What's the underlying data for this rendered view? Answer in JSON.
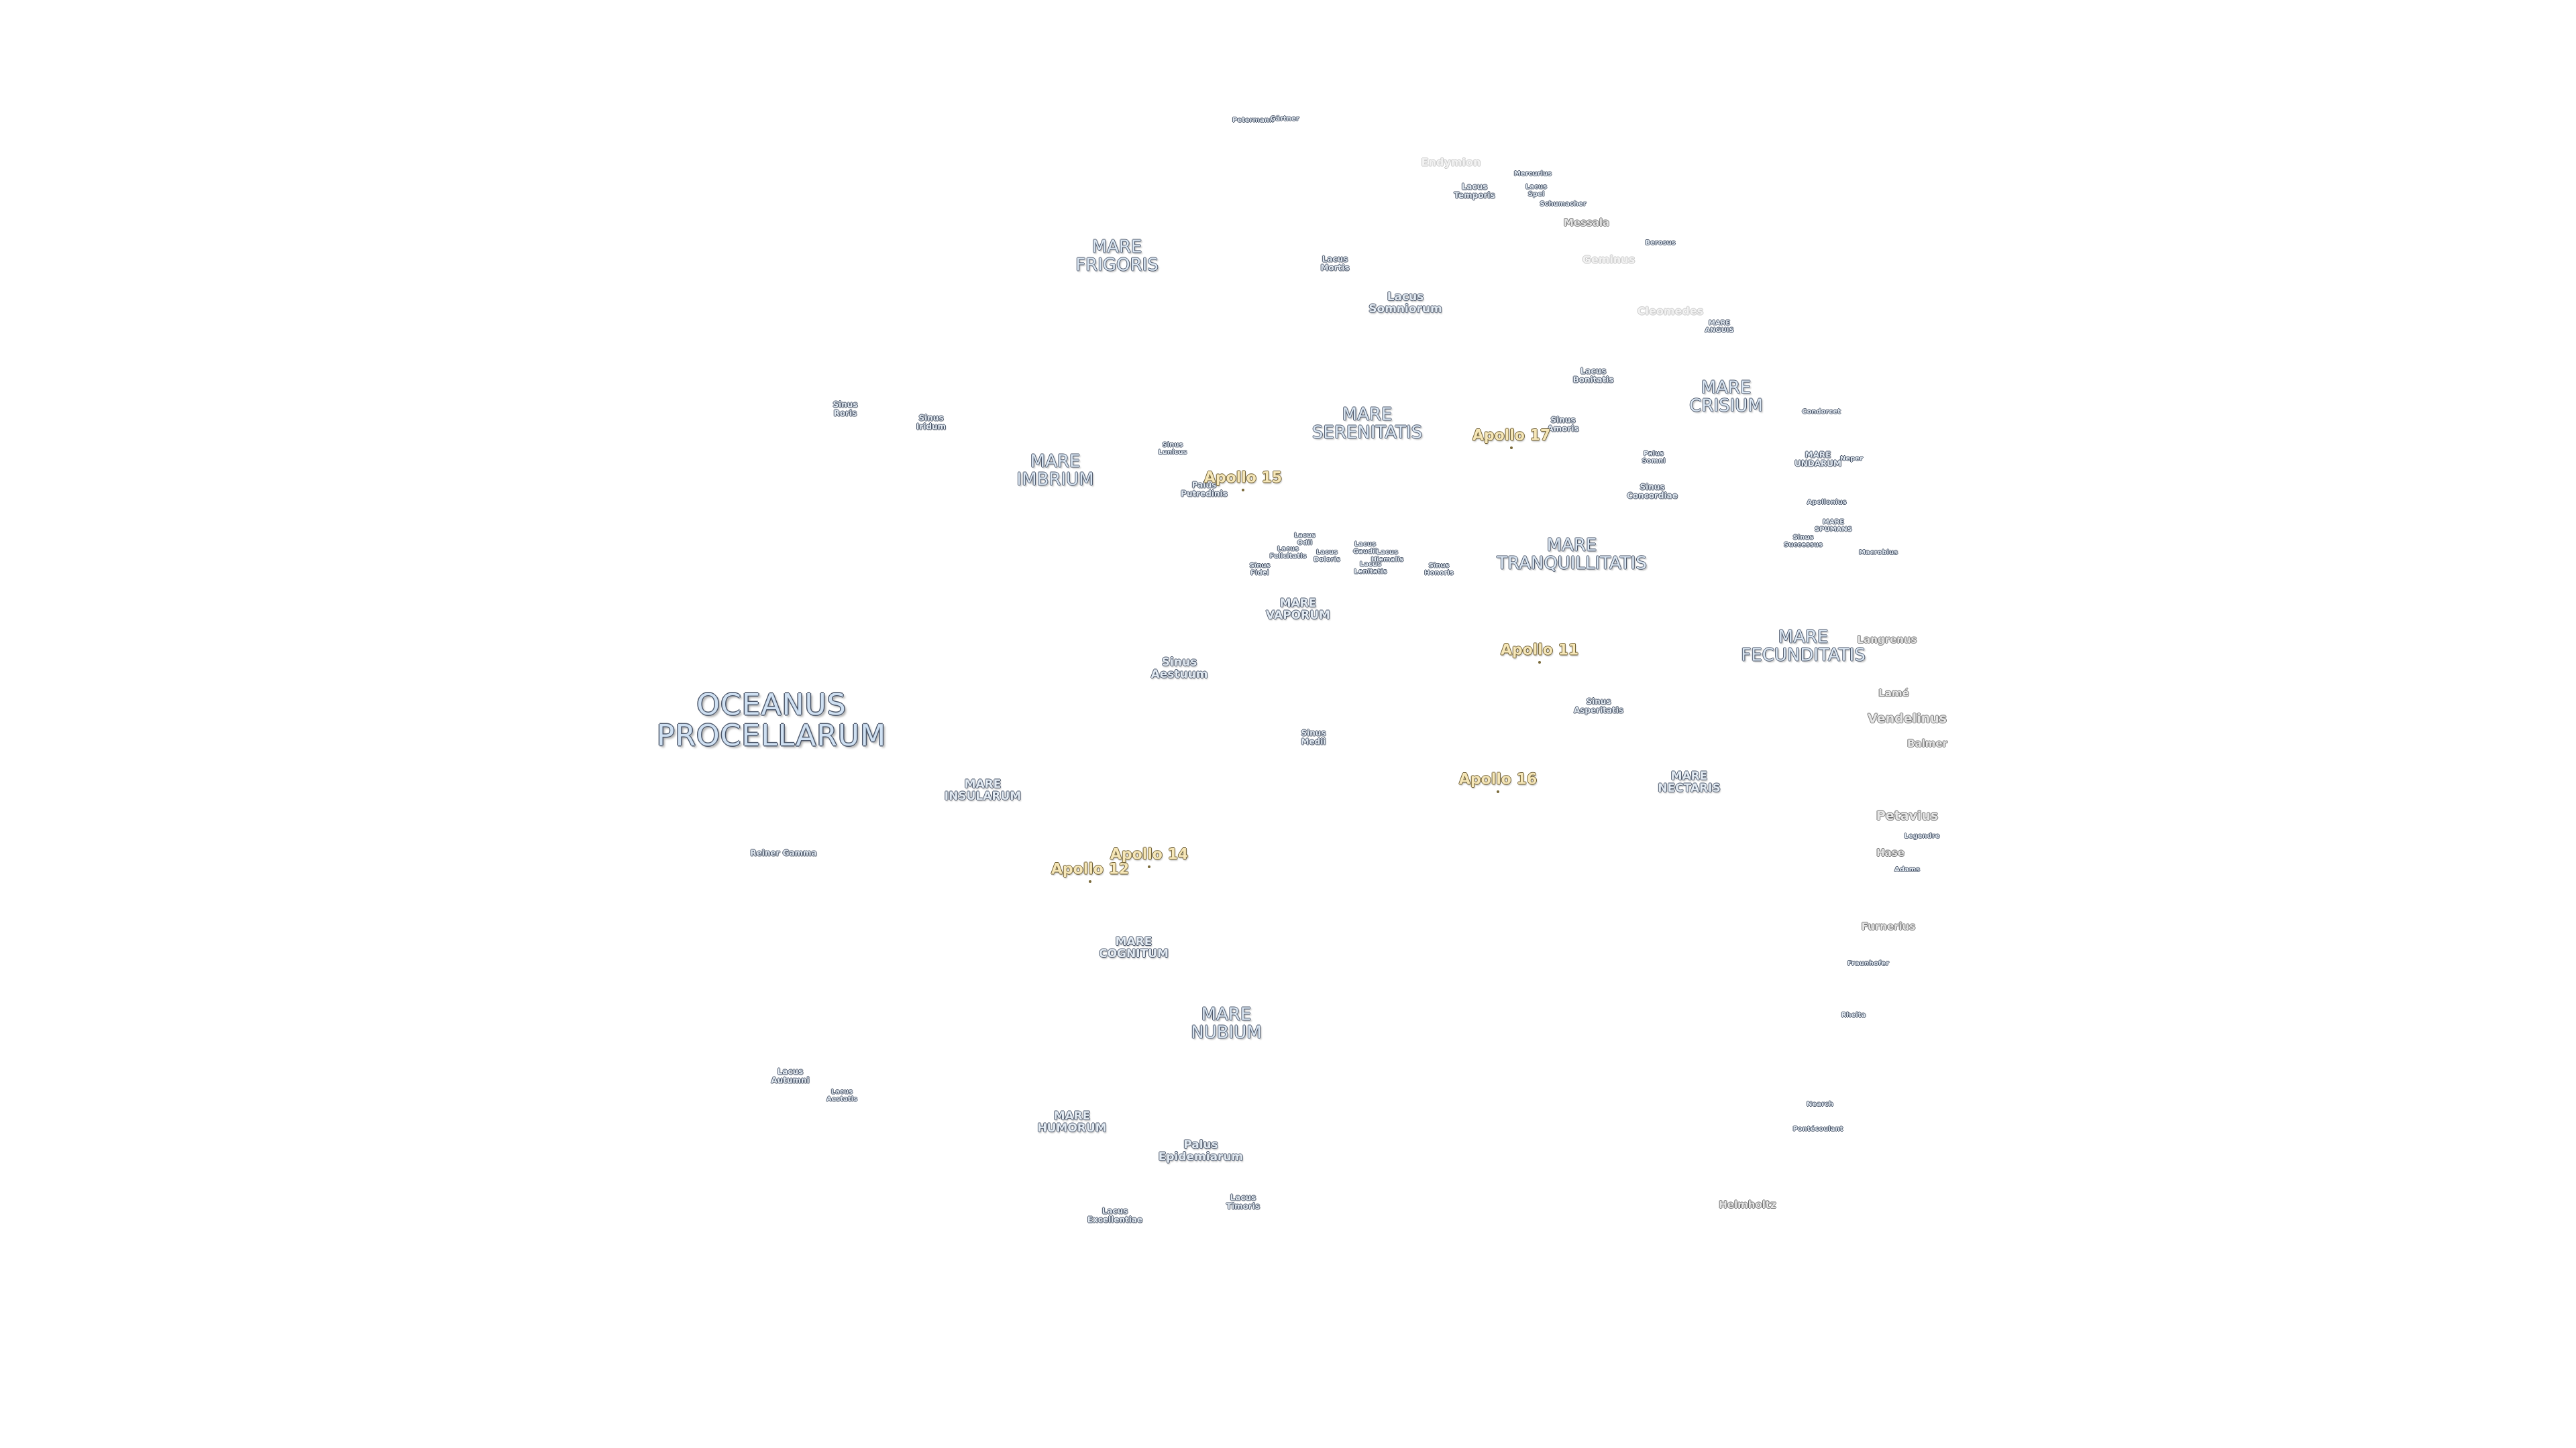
{
  "labels": [
    {
      "id": "oceanus-procellarum",
      "text": "OCEANUS\nPROCELLARUM",
      "kind": "big"
    },
    {
      "id": "mare-frigoris",
      "text": "MARE\nFRIGORIS",
      "kind": "mare"
    },
    {
      "id": "mare-imbrium",
      "text": "MARE\nIMBRIUM",
      "kind": "mare"
    },
    {
      "id": "mare-serenitatis",
      "text": "MARE\nSERENITATIS",
      "kind": "mare"
    },
    {
      "id": "mare-tranquillitatis",
      "text": "MARE\nTRANQUILLITATIS",
      "kind": "mare"
    },
    {
      "id": "mare-crisium",
      "text": "MARE\nCRISIUM",
      "kind": "mare"
    },
    {
      "id": "mare-fecunditatis",
      "text": "MARE\nFECUNDITATIS",
      "kind": "mare"
    },
    {
      "id": "mare-insularum",
      "text": "MARE\nINSULARUM",
      "kind": "mid"
    },
    {
      "id": "mare-nubium",
      "text": "MARE\nNUBIUM",
      "kind": "mare"
    },
    {
      "id": "mare-cognitum",
      "text": "MARE\nCOGNITUM",
      "kind": "mid"
    },
    {
      "id": "mare-humorum",
      "text": "MARE\nHUMORUM",
      "kind": "mid"
    },
    {
      "id": "mare-vaporum",
      "text": "MARE\nVAPORUM",
      "kind": "mid"
    },
    {
      "id": "mare-nectaris",
      "text": "MARE\nNECTARIS",
      "kind": "mid"
    },
    {
      "id": "mare-anguis",
      "text": "MARE\nANGUIS",
      "kind": "tiny"
    },
    {
      "id": "mare-undarum",
      "text": "MARE\nUNDARUM",
      "kind": "small"
    },
    {
      "id": "mare-spumans",
      "text": "MARE\nSPUMANS",
      "kind": "tiny"
    },
    {
      "id": "lacus-somniorum",
      "text": "Lacus\nSomniorum",
      "kind": "mid"
    },
    {
      "id": "lacus-mortis",
      "text": "Lacus\nMortis",
      "kind": "small"
    },
    {
      "id": "lacus-temporis",
      "text": "Lacus\nTemporis",
      "kind": "small"
    },
    {
      "id": "lacus-spei",
      "text": "Lacus\nSpei",
      "kind": "tiny"
    },
    {
      "id": "lacus-bonitatis",
      "text": "Lacus\nBonitatis",
      "kind": "small"
    },
    {
      "id": "lacus-odii",
      "text": "Lacus\nOdii",
      "kind": "tiny"
    },
    {
      "id": "lacus-felicitatis",
      "text": "Lacus\nFelicitatis",
      "kind": "tiny"
    },
    {
      "id": "lacus-doloris",
      "text": "Lacus\nDoloris",
      "kind": "tiny"
    },
    {
      "id": "lacus-gaudii",
      "text": "Lacus\nGaudii",
      "kind": "tiny"
    },
    {
      "id": "lacus-hiemalis",
      "text": "Lacus\nHiemalis",
      "kind": "tiny"
    },
    {
      "id": "lacus-lenitatis",
      "text": "Lacus\nLenitatis",
      "kind": "tiny"
    },
    {
      "id": "lacus-autumni",
      "text": "Lacus\nAutumni",
      "kind": "small"
    },
    {
      "id": "lacus-aestatis",
      "text": "Lacus\nAestatis",
      "kind": "tiny"
    },
    {
      "id": "lacus-excellentiae",
      "text": "Lacus\nExcellentiae",
      "kind": "small"
    },
    {
      "id": "lacus-timoris",
      "text": "Lacus\nTimoris",
      "kind": "small"
    },
    {
      "id": "sinus-roris",
      "text": "Sinus\nRoris",
      "kind": "small"
    },
    {
      "id": "sinus-iridum",
      "text": "Sinus\nIridum",
      "kind": "small"
    },
    {
      "id": "sinus-lunicus",
      "text": "Sinus\nLunicus",
      "kind": "tiny"
    },
    {
      "id": "sinus-amoris",
      "text": "Sinus\nAmoris",
      "kind": "small"
    },
    {
      "id": "sinus-concordiae",
      "text": "Sinus\nConcordiae",
      "kind": "small"
    },
    {
      "id": "sinus-fidei",
      "text": "Sinus\nFidei",
      "kind": "tiny"
    },
    {
      "id": "sinus-honoris",
      "text": "Sinus\nHonoris",
      "kind": "tiny"
    },
    {
      "id": "sinus-successus",
      "text": "Sinus\nSuccessus",
      "kind": "tiny"
    },
    {
      "id": "sinus-aestuum",
      "text": "Sinus\nAestuum",
      "kind": "mid"
    },
    {
      "id": "sinus-medii",
      "text": "Sinus\nMedii",
      "kind": "small"
    },
    {
      "id": "sinus-asperitatis",
      "text": "Sinus\nAsperitatis",
      "kind": "small"
    },
    {
      "id": "palus-putredinis",
      "text": "Palus\nPutredinis",
      "kind": "small"
    },
    {
      "id": "palus-somni",
      "text": "Palus\nSomni",
      "kind": "tiny"
    },
    {
      "id": "palus-epidemiarum",
      "text": "Palus\nEpidemiarum",
      "kind": "mid"
    },
    {
      "id": "reiner-gamma",
      "text": "Reiner Gamma",
      "kind": "small"
    },
    {
      "id": "petermann",
      "text": "Petermann",
      "kind": "tiny"
    },
    {
      "id": "gartner",
      "text": "Gärtner",
      "kind": "tiny"
    },
    {
      "id": "endymion",
      "text": "Endymion",
      "kind": "faint"
    },
    {
      "id": "mercurius",
      "text": "Mercurius",
      "kind": "tiny"
    },
    {
      "id": "schumacher",
      "text": "Schumacher",
      "kind": "tiny"
    },
    {
      "id": "messala",
      "text": "Messala",
      "kind": "crater"
    },
    {
      "id": "geminus",
      "text": "Geminus",
      "kind": "faint"
    },
    {
      "id": "berosus",
      "text": "Berosus",
      "kind": "tiny"
    },
    {
      "id": "cleomedes",
      "text": "Cleomedes",
      "kind": "faint"
    },
    {
      "id": "condorcet",
      "text": "Condorcet",
      "kind": "tiny"
    },
    {
      "id": "apollonius",
      "text": "Apollonius",
      "kind": "tiny"
    },
    {
      "id": "neper",
      "text": "Neper",
      "kind": "tiny"
    },
    {
      "id": "macrobius",
      "text": "Macrobius",
      "kind": "tiny"
    },
    {
      "id": "langrenus",
      "text": "Langrenus",
      "kind": "crater"
    },
    {
      "id": "lame",
      "text": "Lamé",
      "kind": "crater"
    },
    {
      "id": "vendelinus",
      "text": "Vendelinus",
      "kind": "crater big2"
    },
    {
      "id": "balmer",
      "text": "Balmer",
      "kind": "crater"
    },
    {
      "id": "petavius",
      "text": "Petavius",
      "kind": "crater big2"
    },
    {
      "id": "legendre",
      "text": "Legendre",
      "kind": "tiny"
    },
    {
      "id": "hase",
      "text": "Hase",
      "kind": "crater"
    },
    {
      "id": "adams",
      "text": "Adams",
      "kind": "tiny"
    },
    {
      "id": "furnerius",
      "text": "Furnerius",
      "kind": "crater"
    },
    {
      "id": "fraunhofer",
      "text": "Fraunhofer",
      "kind": "tiny"
    },
    {
      "id": "rheita",
      "text": "Rheita",
      "kind": "tiny"
    },
    {
      "id": "nearch",
      "text": "Nearch",
      "kind": "tiny"
    },
    {
      "id": "pontecoulant",
      "text": "Pontécoulant",
      "kind": "tiny"
    },
    {
      "id": "helmholtz",
      "text": "Helmholtz",
      "kind": "crater"
    },
    {
      "id": "apollo-11",
      "text": "Apollo 11",
      "kind": "apollo"
    },
    {
      "id": "apollo-12",
      "text": "Apollo 12",
      "kind": "apollo"
    },
    {
      "id": "apollo-14",
      "text": "Apollo 14",
      "kind": "apollo"
    },
    {
      "id": "apollo-15",
      "text": "Apollo 15",
      "kind": "apollo"
    },
    {
      "id": "apollo-16",
      "text": "Apollo 16",
      "kind": "apollo"
    },
    {
      "id": "apollo-17",
      "text": "Apollo 17",
      "kind": "apollo"
    }
  ]
}
